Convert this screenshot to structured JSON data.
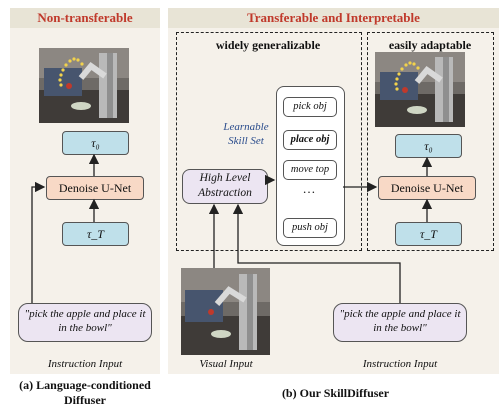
{
  "panel_a": {
    "title": "Non-transferable",
    "tau0": "τ₀",
    "tauT": "τ_T",
    "denoise": "Denoise U-Net",
    "instruction": "\"pick the apple and place it in the bowl\"",
    "input_label": "Instruction Input",
    "caption_line1": "(a) Language-conditioned",
    "caption_line2": "Diffuser"
  },
  "panel_b": {
    "title": "Transferable and Interpretable",
    "section_left": "widely generalizable",
    "section_right": "easily adaptable",
    "skill_set_label_1": "Learnable",
    "skill_set_label_2": "Skill Set",
    "skills": [
      "pick obj",
      "place obj",
      "move top",
      "…",
      "push obj"
    ],
    "abstraction_line1": "High Level",
    "abstraction_line2": "Abstraction",
    "tau0": "τ₀",
    "tauT": "τ_T",
    "denoise": "Denoise U-Net",
    "visual_label": "Visual Input",
    "instruction": "\"pick the apple and place it in the bowl\"",
    "input_label": "Instruction Input",
    "caption": "(b) Our SkillDiffuser"
  },
  "colors": {
    "title_red": "#c0392b",
    "tau_blue": "#bfe0ea",
    "denoise_peach": "#f8d9c6",
    "abstraction_lilac": "#ece5f2"
  }
}
